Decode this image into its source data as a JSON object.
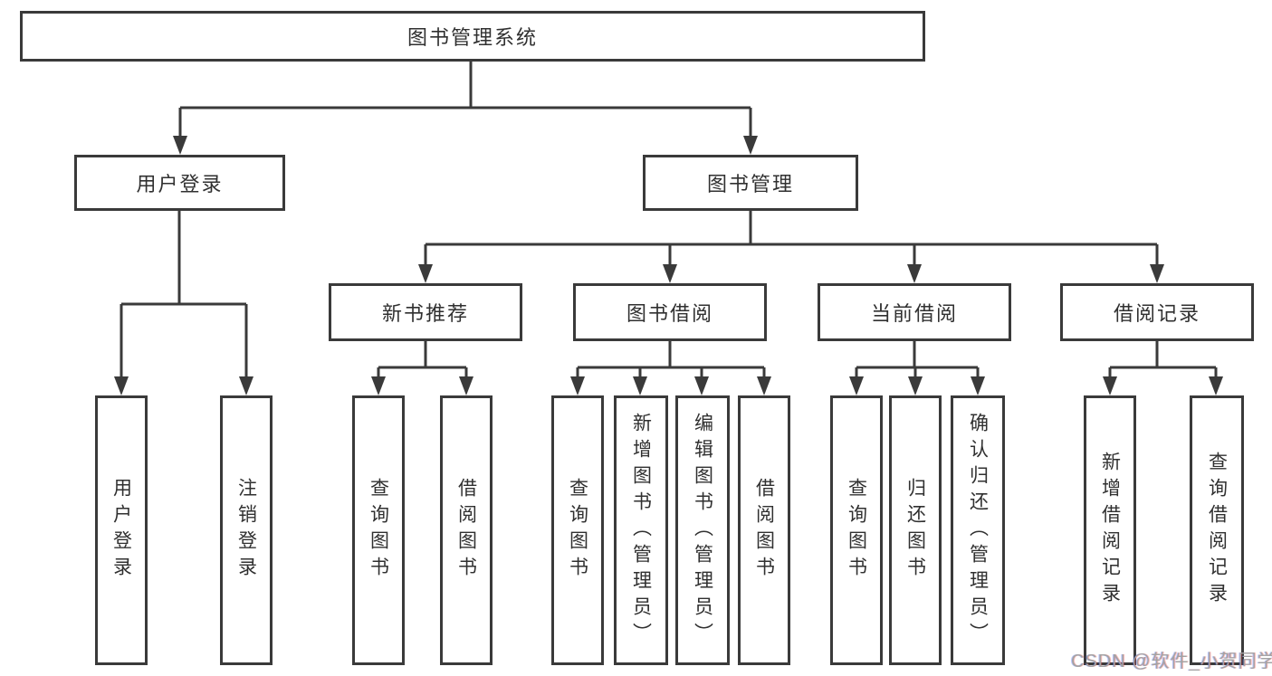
{
  "tree": {
    "root": "图书管理系统",
    "branches": [
      {
        "label": "用户登录",
        "children": [
          "用户登录",
          "注销登录"
        ]
      },
      {
        "label": "图书管理",
        "groups": [
          {
            "label": "新书推荐",
            "children": [
              "查询图书",
              "借阅图书"
            ]
          },
          {
            "label": "图书借阅",
            "children": [
              "查询图书",
              "新增图书（管理员）",
              "编辑图书（管理员）",
              "借阅图书"
            ]
          },
          {
            "label": "当前借阅",
            "children": [
              "查询图书",
              "归还图书",
              "确认归还（管理员）"
            ]
          },
          {
            "label": "借阅记录",
            "children": [
              "新增借阅记录",
              "查询借阅记录"
            ]
          }
        ]
      }
    ]
  },
  "watermark": {
    "text": "CSDN @软件_小贺同学"
  },
  "colors": {
    "line": "#3a3a3a",
    "text": "#303030",
    "box_background": "#ffffff",
    "watermark": "#a3a3a3"
  }
}
